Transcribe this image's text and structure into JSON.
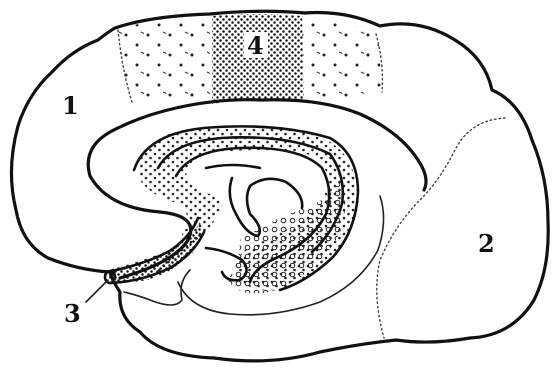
{
  "labels": {
    "region_1": "1",
    "region_2": "2",
    "region_3": "3",
    "region_4": "4"
  },
  "colors": {
    "line": "#111111",
    "background": "#ffffff"
  }
}
